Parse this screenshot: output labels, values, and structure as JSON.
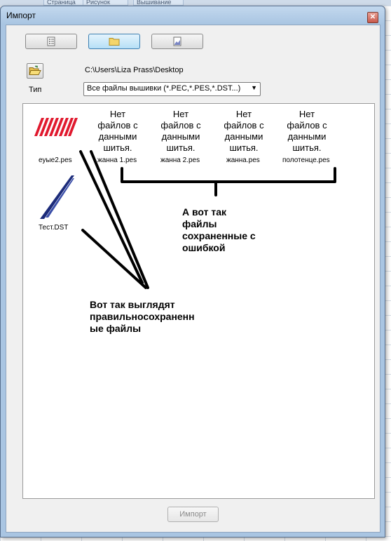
{
  "background": {
    "tabs": [
      "Страница",
      "Рисунок",
      "Вышивание"
    ]
  },
  "dialog": {
    "title": "Импорт",
    "close_symbol": "✕"
  },
  "toolbar": {
    "buttons": [
      {
        "icon": "list-view-icon",
        "active": false
      },
      {
        "icon": "folder-icon",
        "active": true
      },
      {
        "icon": "image-icon",
        "active": false
      }
    ]
  },
  "path": {
    "current": "C:\\Users\\Liza Prass\\Desktop"
  },
  "type": {
    "label": "Тип",
    "selected": "Все файлы вышивки (*.PEC,*.PES,*.DST...)"
  },
  "files": [
    {
      "name": "еуые2.pes",
      "preview": "embroidery",
      "color": "#e0192e"
    },
    {
      "name": "Тест.DST",
      "preview": "embroidery",
      "color": "#1c2b7a"
    },
    {
      "name": "жанна 1.pes",
      "preview": "none",
      "message": [
        "Нет",
        "файлов с",
        "данными",
        "шитья."
      ]
    },
    {
      "name": "жанна 2.pes",
      "preview": "none",
      "message": [
        "Нет",
        "файлов с",
        "данными",
        "шитья."
      ]
    },
    {
      "name": "жанна.pes",
      "preview": "none",
      "message": [
        "Нет",
        "файлов с",
        "данными",
        "шитья."
      ]
    },
    {
      "name": "полотенце.pes",
      "preview": "none",
      "message": [
        "Нет",
        "файлов с",
        "данными",
        "шитья."
      ]
    }
  ],
  "annotations": {
    "error_note": [
      "А вот так",
      "файлы",
      "сохраненные с",
      "ошибкой"
    ],
    "correct_note": [
      "Вот так выглядят",
      "правильносохраненн",
      "ые файлы"
    ]
  },
  "footer": {
    "import_label": "Импорт"
  }
}
